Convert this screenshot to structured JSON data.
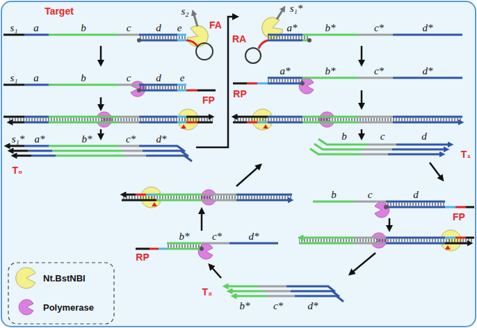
{
  "diagram": {
    "labels": [
      "Target",
      "s₁",
      "a",
      "b",
      "c",
      "d",
      "e",
      "s₂",
      "FA",
      "s₁",
      "a",
      "b",
      "c",
      "d",
      "e",
      "FP",
      "s₁*",
      "a*",
      "b*",
      "c*",
      "d*",
      "T₀",
      "s₁*",
      "RA",
      "a*",
      "b*",
      "c*",
      "d*",
      "RP",
      "a*",
      "b*",
      "c*",
      "d*",
      "b",
      "c",
      "d",
      "T₁",
      "b",
      "c",
      "d",
      "FP",
      "b*",
      "c*",
      "d*",
      "RP",
      "T₂",
      "b*",
      "c*",
      "d*"
    ],
    "legend": [
      {
        "text": "Nt.BstNBI"
      },
      {
        "text": "Polymerase"
      }
    ]
  }
}
